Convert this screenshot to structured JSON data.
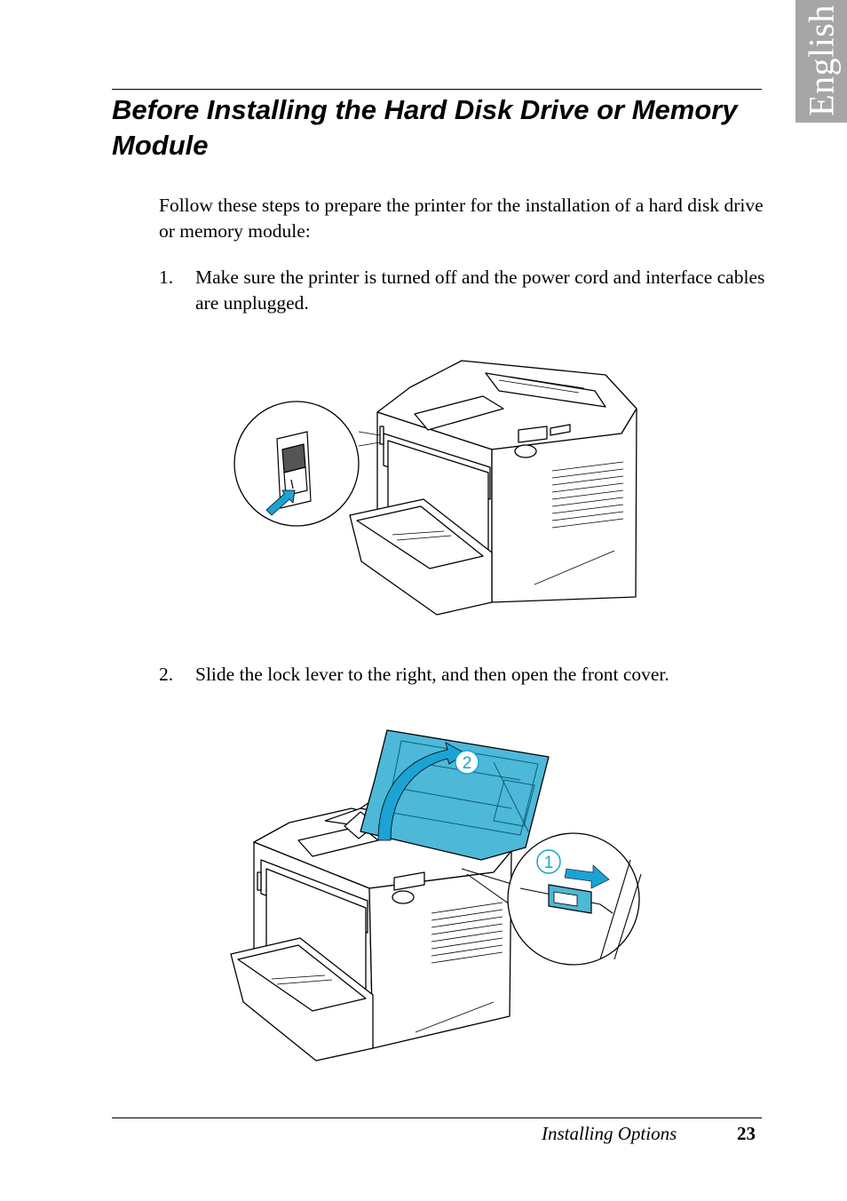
{
  "side_tab": {
    "label": "English"
  },
  "section": {
    "title": "Before Installing the Hard Disk Drive or Memory Module"
  },
  "intro": "Follow these steps to prepare the printer for the installation of a hard disk drive or memory module:",
  "steps": [
    {
      "number": "1.",
      "text": "Make sure the printer is turned off and the power cord and interface cables are unplugged."
    },
    {
      "number": "2.",
      "text": "Slide the lock lever to the right, and then open the front cover."
    }
  ],
  "figure2": {
    "callout_1": "1",
    "callout_2": "2"
  },
  "footer": {
    "section": "Installing Options",
    "page": "23"
  },
  "colors": {
    "cover_highlight": "#4db8d8",
    "arrow": "#1aa3d4",
    "tab": "#a6a6a6"
  }
}
